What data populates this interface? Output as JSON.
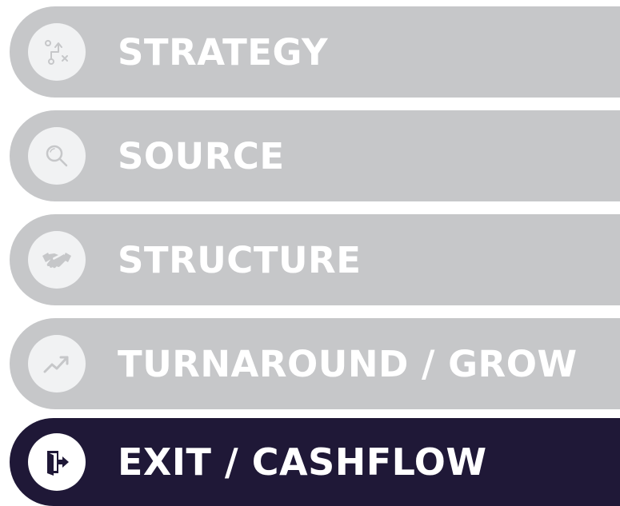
{
  "steps": [
    {
      "label": "STRATEGY",
      "icon": "strategy-icon",
      "active": false
    },
    {
      "label": "SOURCE",
      "icon": "search-icon",
      "active": false
    },
    {
      "label": "STRUCTURE",
      "icon": "handshake-icon",
      "active": false
    },
    {
      "label": "TURNAROUND / GROW",
      "icon": "trend-up-icon",
      "active": false
    },
    {
      "label": "EXIT / CASHFLOW",
      "icon": "exit-door-icon",
      "active": true
    }
  ],
  "colors": {
    "inactive_bg": "#c6c7c9",
    "active_bg": "#1f1837",
    "icon_circle": "#f1f2f3",
    "icon_stroke": "#c6c7c9",
    "text": "#ffffff"
  }
}
